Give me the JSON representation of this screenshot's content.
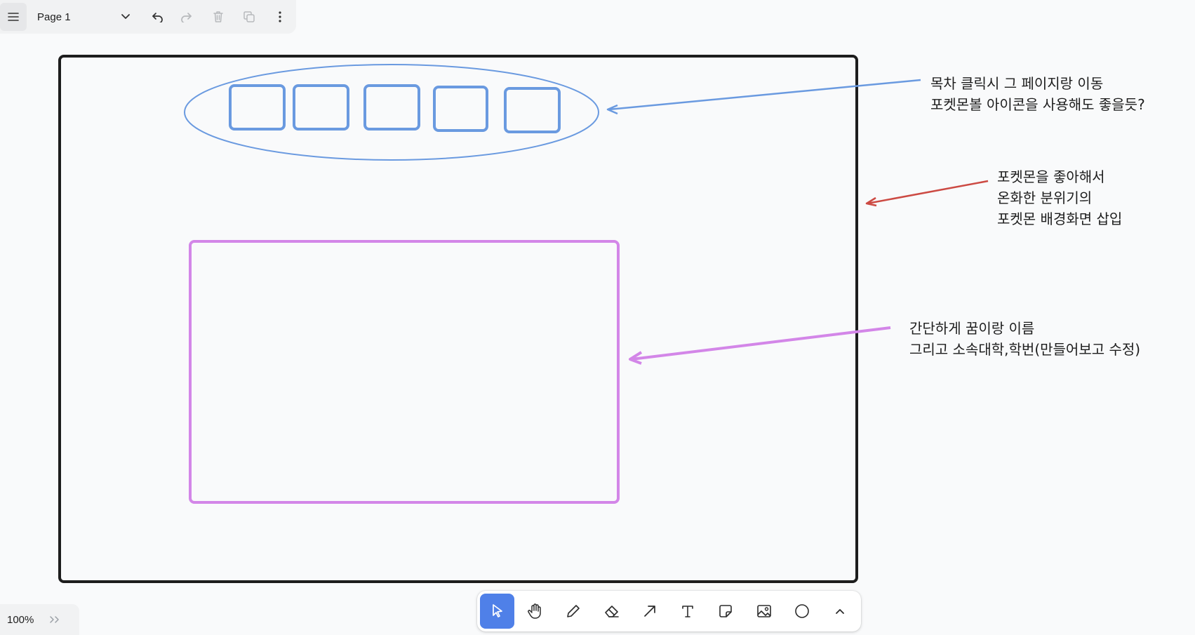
{
  "topbar": {
    "page_label": "Page 1",
    "icons": {
      "menu": "menu-icon",
      "page_dropdown": "chevron-down-icon",
      "undo": "undo-icon",
      "redo": "redo-icon",
      "delete": "trash-icon",
      "duplicate": "duplicate-icon",
      "more": "more-vertical-icon"
    }
  },
  "annotations": {
    "note_1": "목차 클릭시 그 페이지랑 이동\n포켓몬볼 아이콘을 사용해도 좋을듯?",
    "note_2": "포켓몬을 좋아해서\n온화한 분위기의\n포켓몬 배경화면 삽입",
    "note_3": "간단하게 꿈이랑 이름\n그리고 소속대학,학번(만들어보고 수정)"
  },
  "colors": {
    "frame": "#1d1d1d",
    "blue": "#6a9ae0",
    "red": "#cc4a43",
    "violet": "#d386e8",
    "accent": "#4f80e8"
  },
  "toolbar": {
    "tools": [
      "select",
      "hand",
      "draw",
      "eraser",
      "arrow",
      "text",
      "note",
      "image",
      "ellipse",
      "more"
    ],
    "active_tool": "select"
  },
  "zoom": {
    "label": "100%"
  }
}
